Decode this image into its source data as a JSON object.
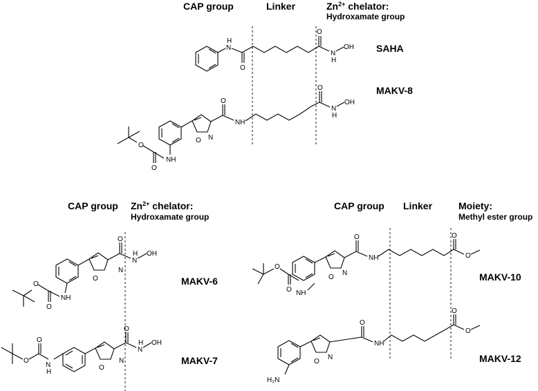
{
  "panel_top": {
    "cap_label": "CAP group",
    "linker_label": "Linker",
    "zn_label_prefix": "Zn",
    "zn_label_sup": "2+",
    "zn_label_suffix": " chelator:",
    "zn_sublabel": "Hydroxamate group",
    "compound_1": "SAHA",
    "compound_2": "MAKV-8"
  },
  "panel_bottom_left": {
    "cap_label": "CAP group",
    "zn_label_prefix": "Zn",
    "zn_label_sup": "2+",
    "zn_label_suffix": " chelator:",
    "zn_sublabel": "Hydroxamate group",
    "compound_1": "MAKV-6",
    "compound_2": "MAKV-7"
  },
  "panel_bottom_right": {
    "cap_label": "CAP group",
    "linker_label": "Linker",
    "moiety_label": "Moiety:",
    "moiety_sublabel": "Methyl ester group",
    "compound_1": "MAKV-10",
    "compound_2": "MAKV-12"
  },
  "atoms": {
    "nh": "NH",
    "h": "H",
    "n": "N",
    "o": "O",
    "oh": "OH",
    "isoxazole_o": "O",
    "isoxazole_n": "N",
    "amine": "H₂N"
  }
}
